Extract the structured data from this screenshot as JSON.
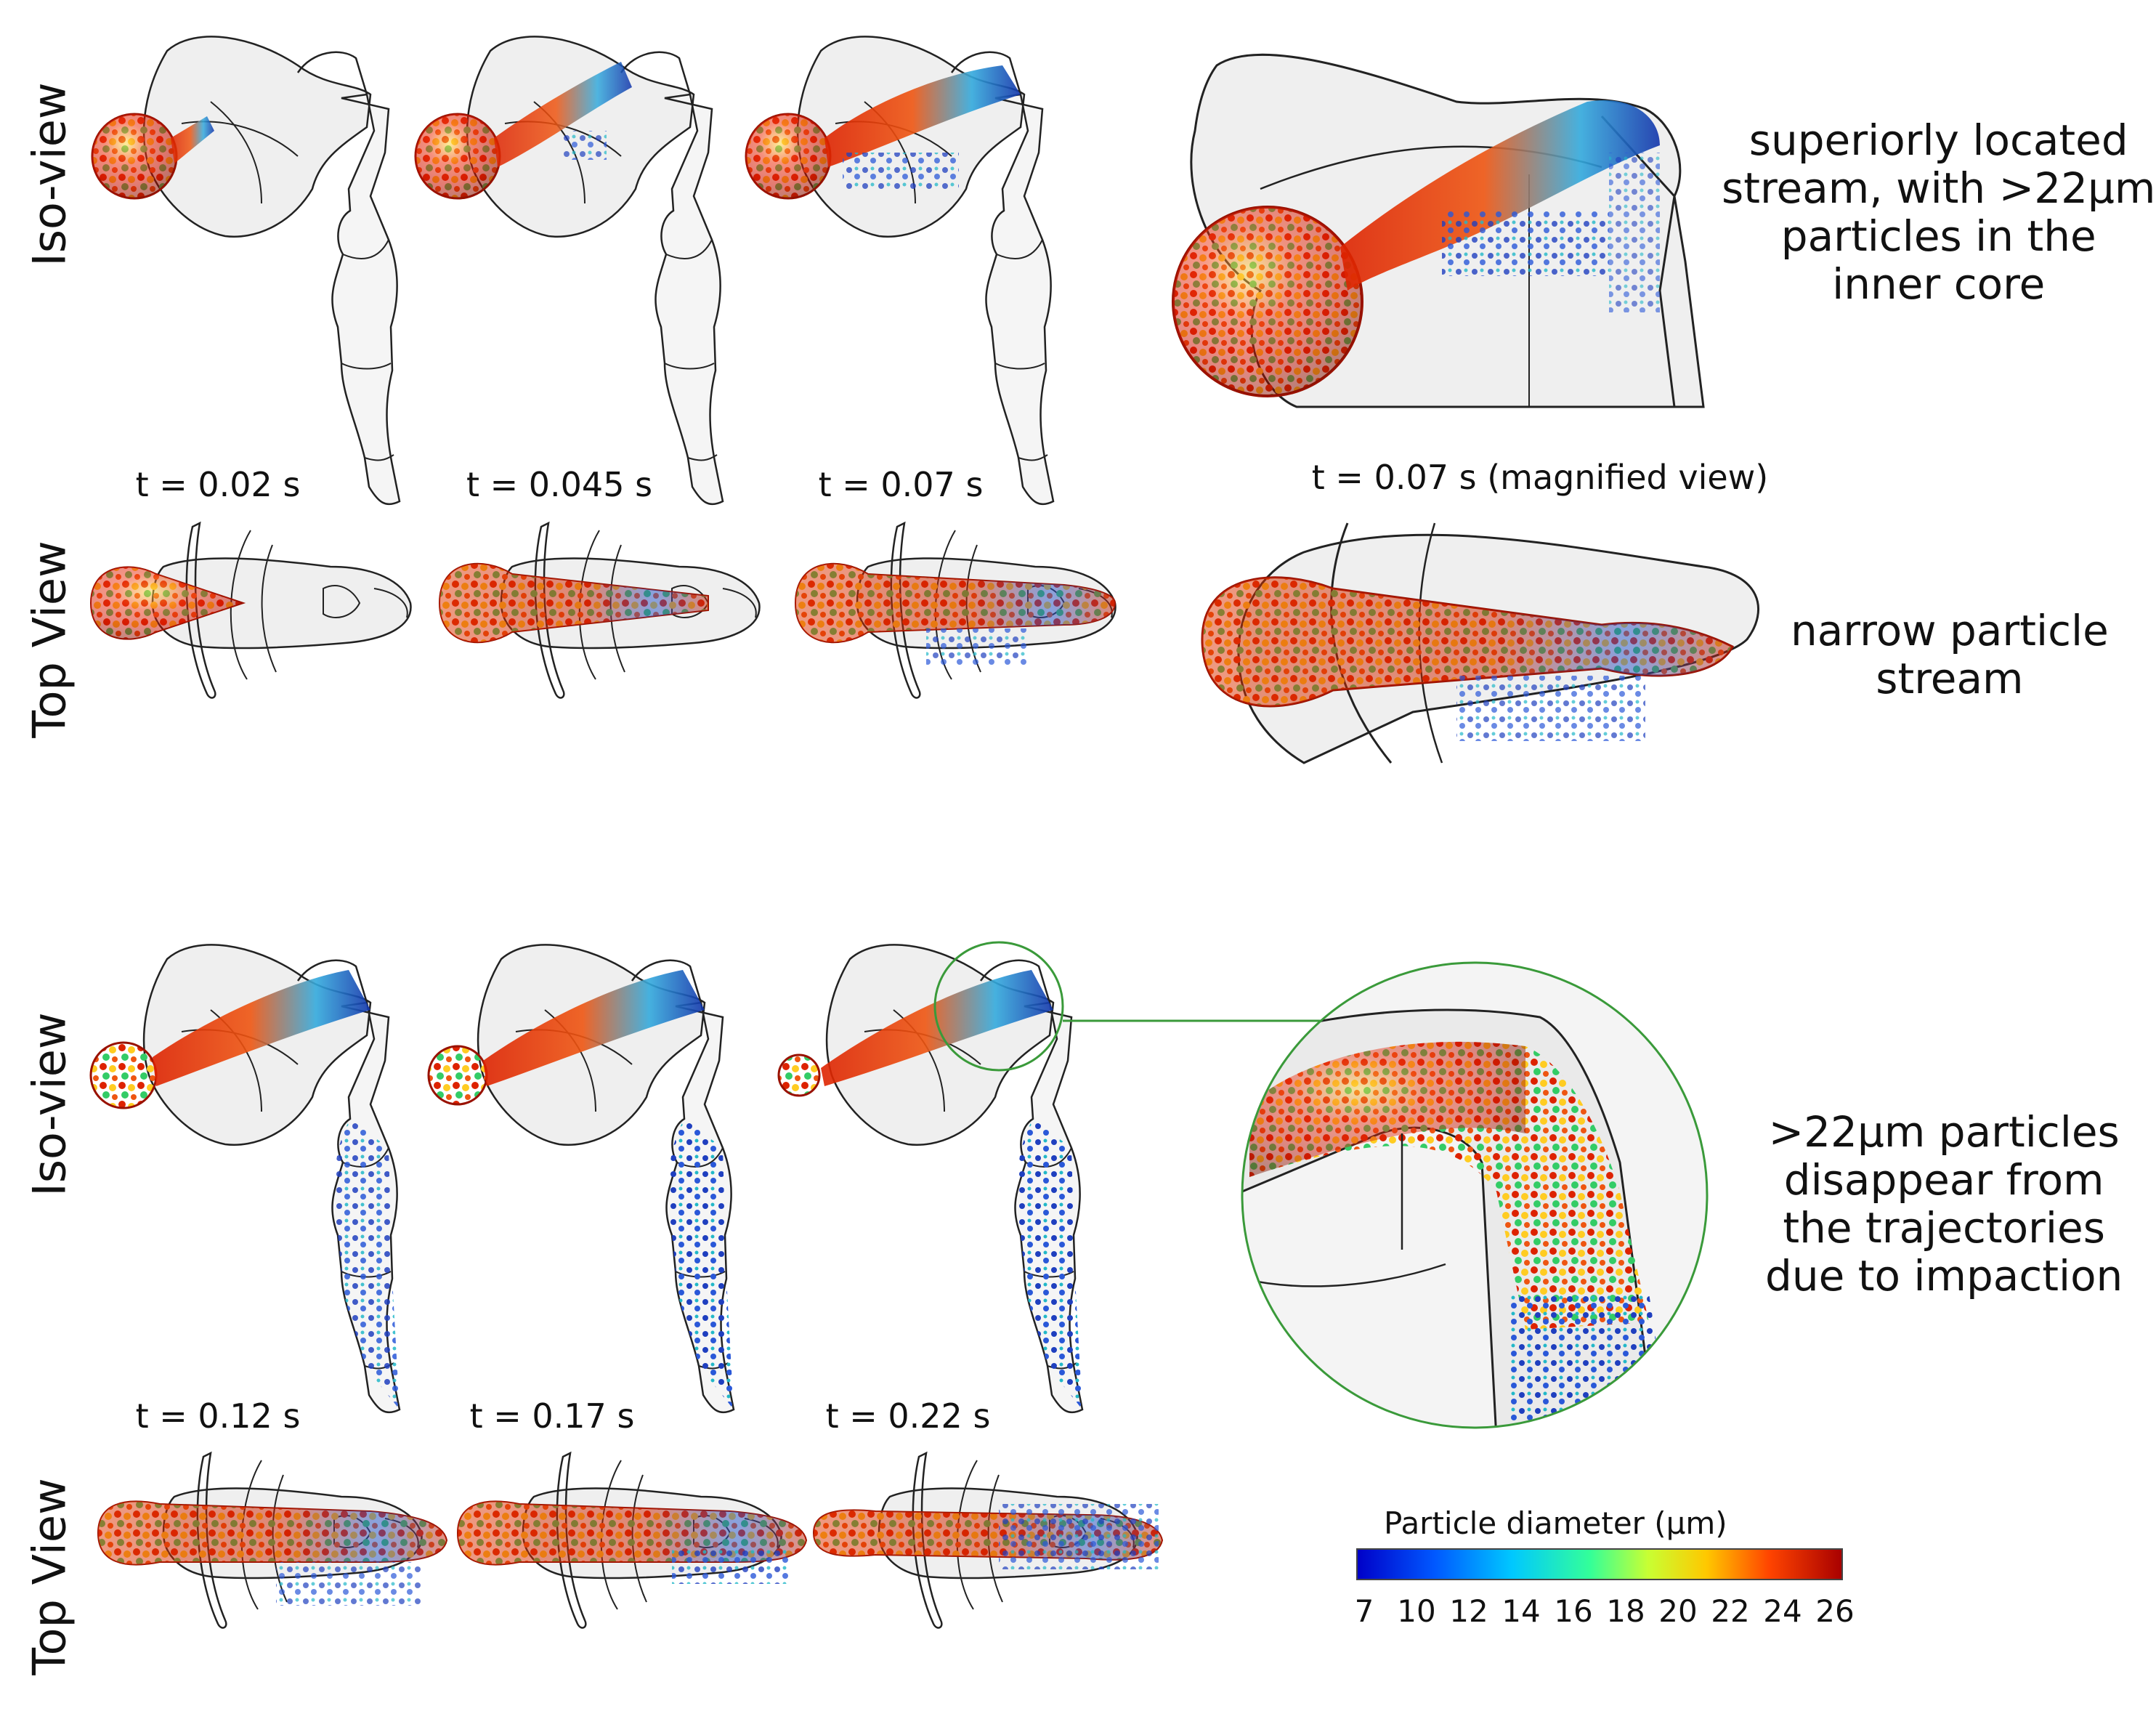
{
  "rows": {
    "iso_view_1": "Iso-view",
    "top_view_1": "Top View",
    "iso_view_2": "Iso-view",
    "top_view_2": "Top View"
  },
  "times": {
    "t1": "t = 0.02 s",
    "t2": "t = 0.045 s",
    "t3": "t = 0.07 s",
    "t_mag": "t = 0.07 s (magnified view)",
    "t4": "t = 0.12 s",
    "t5": "t = 0.17 s",
    "t6": "t = 0.22 s"
  },
  "notes": {
    "stream_1": "superiorly located",
    "stream_2": "stream, with >22μm",
    "stream_3": "particles in the",
    "stream_4": "inner core",
    "narrow_1": "narrow particle",
    "narrow_2": "stream",
    "disappear_1": ">22μm particles",
    "disappear_2": "disappear from",
    "disappear_3": "the trajectories",
    "disappear_4": "due to impaction"
  },
  "legend": {
    "title": "Particle diameter (μm)",
    "ticks": [
      "7",
      "10",
      "12",
      "14",
      "16",
      "18",
      "20",
      "22",
      "24",
      "26"
    ]
  },
  "colors": {
    "zoom_circle": "#3a9a3a",
    "outline": "#222222",
    "airway_fill": "#eeeeee"
  }
}
